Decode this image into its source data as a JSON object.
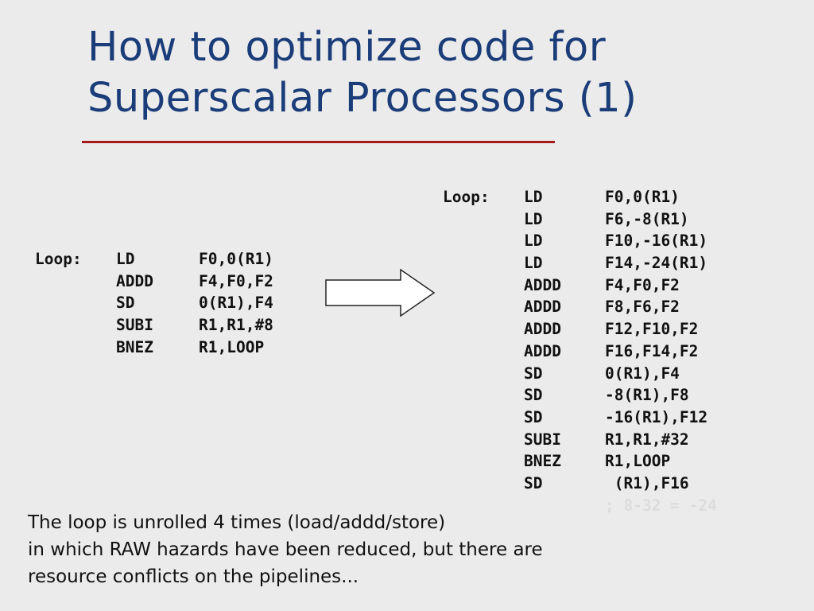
{
  "slide": {
    "title_lines": [
      "How to optimize code for",
      "Superscalar Processors (1)"
    ],
    "colors": {
      "background": "#ebebeb",
      "title": "#1a3c78",
      "title_rule": "#a31c1c",
      "code": "#111111",
      "faint_comment": "#dcdcdc"
    },
    "original_code": [
      {
        "label": "Loop:",
        "op": "LD",
        "args": "F0,0(R1)"
      },
      {
        "label": "",
        "op": "ADDD",
        "args": "F4,F0,F2"
      },
      {
        "label": "",
        "op": "SD",
        "args": "0(R1),F4"
      },
      {
        "label": "",
        "op": "SUBI",
        "args": "R1,R1,#8"
      },
      {
        "label": "",
        "op": "BNEZ",
        "args": "R1,LOOP"
      }
    ],
    "arrow_icon": "right-arrow-icon",
    "unrolled_code": [
      {
        "label": "Loop:",
        "op": "LD",
        "args": "F0,0(R1)"
      },
      {
        "label": "",
        "op": "LD",
        "args": "F6,-8(R1)"
      },
      {
        "label": "",
        "op": "LD",
        "args": "F10,-16(R1)"
      },
      {
        "label": "",
        "op": "LD",
        "args": "F14,-24(R1)"
      },
      {
        "label": "",
        "op": "ADDD",
        "args": "F4,F0,F2"
      },
      {
        "label": "",
        "op": "ADDD",
        "args": "F8,F6,F2"
      },
      {
        "label": "",
        "op": "ADDD",
        "args": "F12,F10,F2"
      },
      {
        "label": "",
        "op": "ADDD",
        "args": "F16,F14,F2"
      },
      {
        "label": "",
        "op": "SD",
        "args": "0(R1),F4"
      },
      {
        "label": "",
        "op": "SD",
        "args": "-8(R1),F8"
      },
      {
        "label": "",
        "op": "SD",
        "args": "-16(R1),F12"
      },
      {
        "label": "",
        "op": "SUBI",
        "args": "R1,R1,#32"
      },
      {
        "label": "",
        "op": "BNEZ",
        "args": "R1,LOOP"
      },
      {
        "label": "",
        "op": "SD",
        "args": " (R1),F16"
      },
      {
        "label": "",
        "op": "",
        "args": "; 8-32 = -24"
      }
    ],
    "description_lines": [
      "The loop is unrolled 4 times (load/addd/store)",
      "in which RAW hazards have been reduced, but there are",
      "resource conflicts on the pipelines..."
    ]
  }
}
